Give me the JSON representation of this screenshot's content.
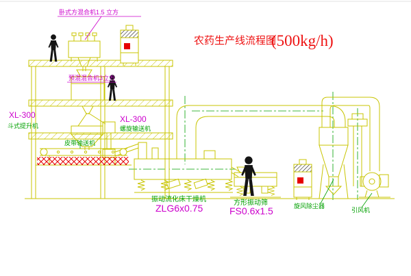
{
  "title": {
    "name": "农药生产线流程图",
    "capacity": "(500kg/h)"
  },
  "labels": {
    "top_mixer": "卧式方混合机1.5 立方",
    "premix": "预混混合机3立方",
    "elevator_left_model": "XL-300",
    "elevator_left_name": "斗式提升机",
    "conveyor_right_model": "XL-300",
    "conveyor_right_name": "螺旋输送机",
    "belt_conveyor": "皮带输送机",
    "dryer_name": "振动流化床干燥机",
    "dryer_model": "ZLG6x0.75",
    "sieve_name": "方形振动筛",
    "sieve_model": "FS0.6x1.5",
    "cyclone_name": "旋风除尘器",
    "fan_name": "引风机"
  },
  "colors": {
    "line_yellow": "#c8c400",
    "text_green": "#00a000",
    "text_magenta": "#cc00cc",
    "accent_red": "#ee1111",
    "figure_black": "#151515",
    "background": "#ffffff"
  }
}
